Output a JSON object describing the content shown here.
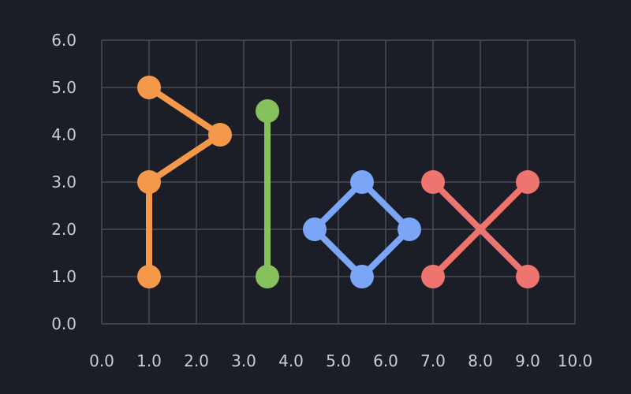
{
  "chart_data": {
    "type": "line",
    "xlim": [
      0,
      10
    ],
    "ylim": [
      0,
      6
    ],
    "x_ticks": [
      {
        "value": 0,
        "label": "0.0"
      },
      {
        "value": 1,
        "label": "1.0"
      },
      {
        "value": 2,
        "label": "2.0"
      },
      {
        "value": 3,
        "label": "3.0"
      },
      {
        "value": 4,
        "label": "4.0"
      },
      {
        "value": 5,
        "label": "5.0"
      },
      {
        "value": 6,
        "label": "6.0"
      },
      {
        "value": 7,
        "label": "7.0"
      },
      {
        "value": 8,
        "label": "8.0"
      },
      {
        "value": 9,
        "label": "9.0"
      },
      {
        "value": 10,
        "label": "10.0"
      }
    ],
    "y_ticks": [
      {
        "value": 0,
        "label": "0.0"
      },
      {
        "value": 1,
        "label": "1.0"
      },
      {
        "value": 2,
        "label": "2.0"
      },
      {
        "value": 3,
        "label": "3.0"
      },
      {
        "value": 4,
        "label": "4.0"
      },
      {
        "value": 5,
        "label": "5.0"
      },
      {
        "value": 6,
        "label": "6.0"
      }
    ],
    "grid": true,
    "background_color": "#1b1e26",
    "grid_color": "#4a4d55",
    "series": [
      {
        "color": "#f4994a",
        "paths": [
          [
            [
              1,
              5
            ],
            [
              2.5,
              4
            ],
            [
              1,
              3
            ],
            [
              1,
              1
            ]
          ]
        ]
      },
      {
        "color": "#86c15b",
        "paths": [
          [
            [
              3.5,
              4.5
            ],
            [
              3.5,
              1
            ]
          ]
        ]
      },
      {
        "color": "#7ba5f7",
        "paths": [
          [
            [
              5.5,
              3
            ],
            [
              6.5,
              2
            ],
            [
              5.5,
              1
            ],
            [
              4.5,
              2
            ],
            [
              5.5,
              3
            ]
          ]
        ]
      },
      {
        "color": "#ee7470",
        "paths": [
          [
            [
              7,
              3
            ],
            [
              9,
              1
            ]
          ],
          [
            [
              9,
              3
            ],
            [
              7,
              1
            ]
          ]
        ]
      }
    ]
  }
}
